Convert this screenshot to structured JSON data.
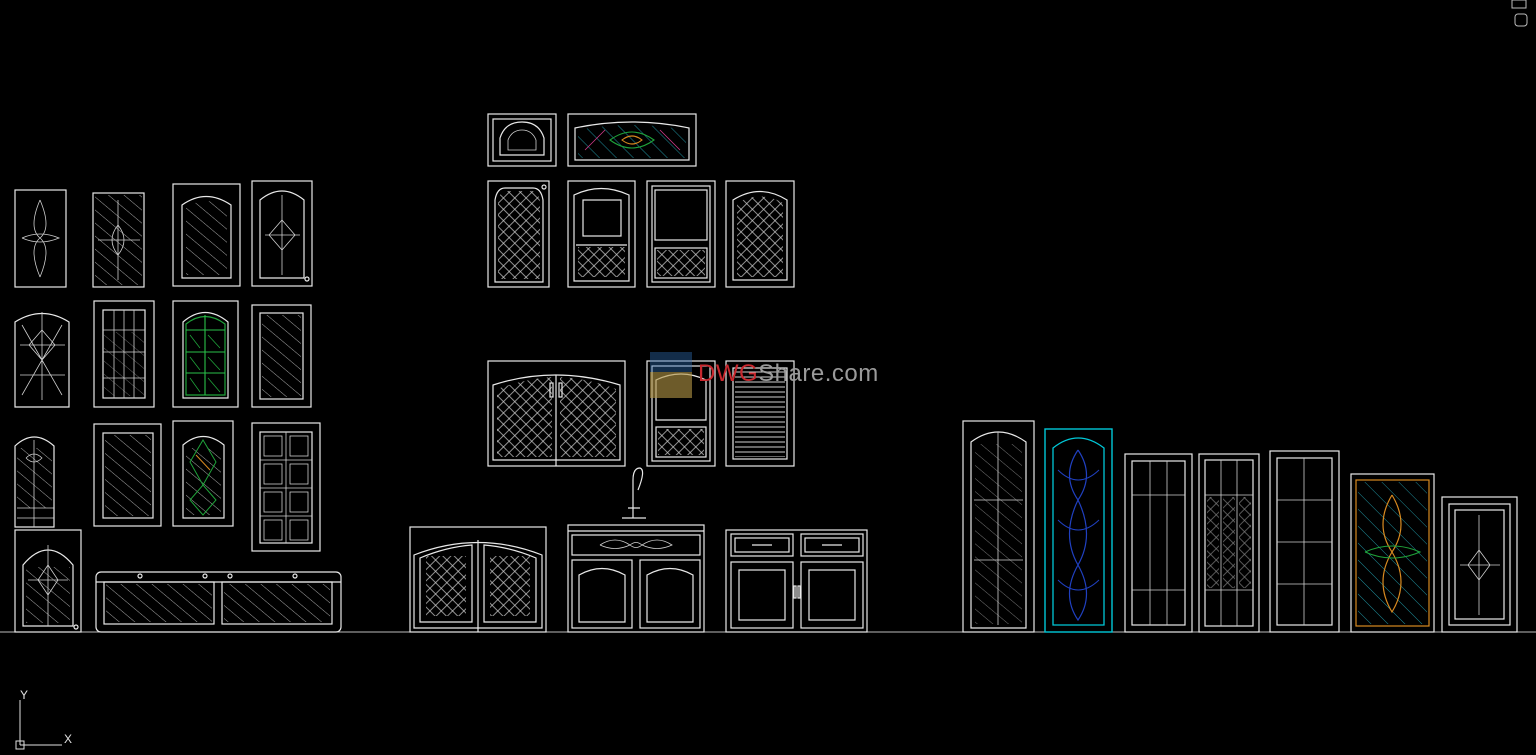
{
  "watermark": {
    "brand_red": "DWG",
    "brand_gray": "Share.com"
  },
  "ucs": {
    "y_label": "Y",
    "x_label": "X"
  },
  "colors": {
    "background": "#000000",
    "lines": "#e8e8e8",
    "accent_green": "#1fa33a",
    "accent_cyan": "#00c8d8",
    "accent_blue": "#2040c0",
    "accent_orange": "#d88a20",
    "accent_pink": "#d03a8a"
  },
  "icons": [
    "viewcube-icon",
    "ucs-icon"
  ]
}
